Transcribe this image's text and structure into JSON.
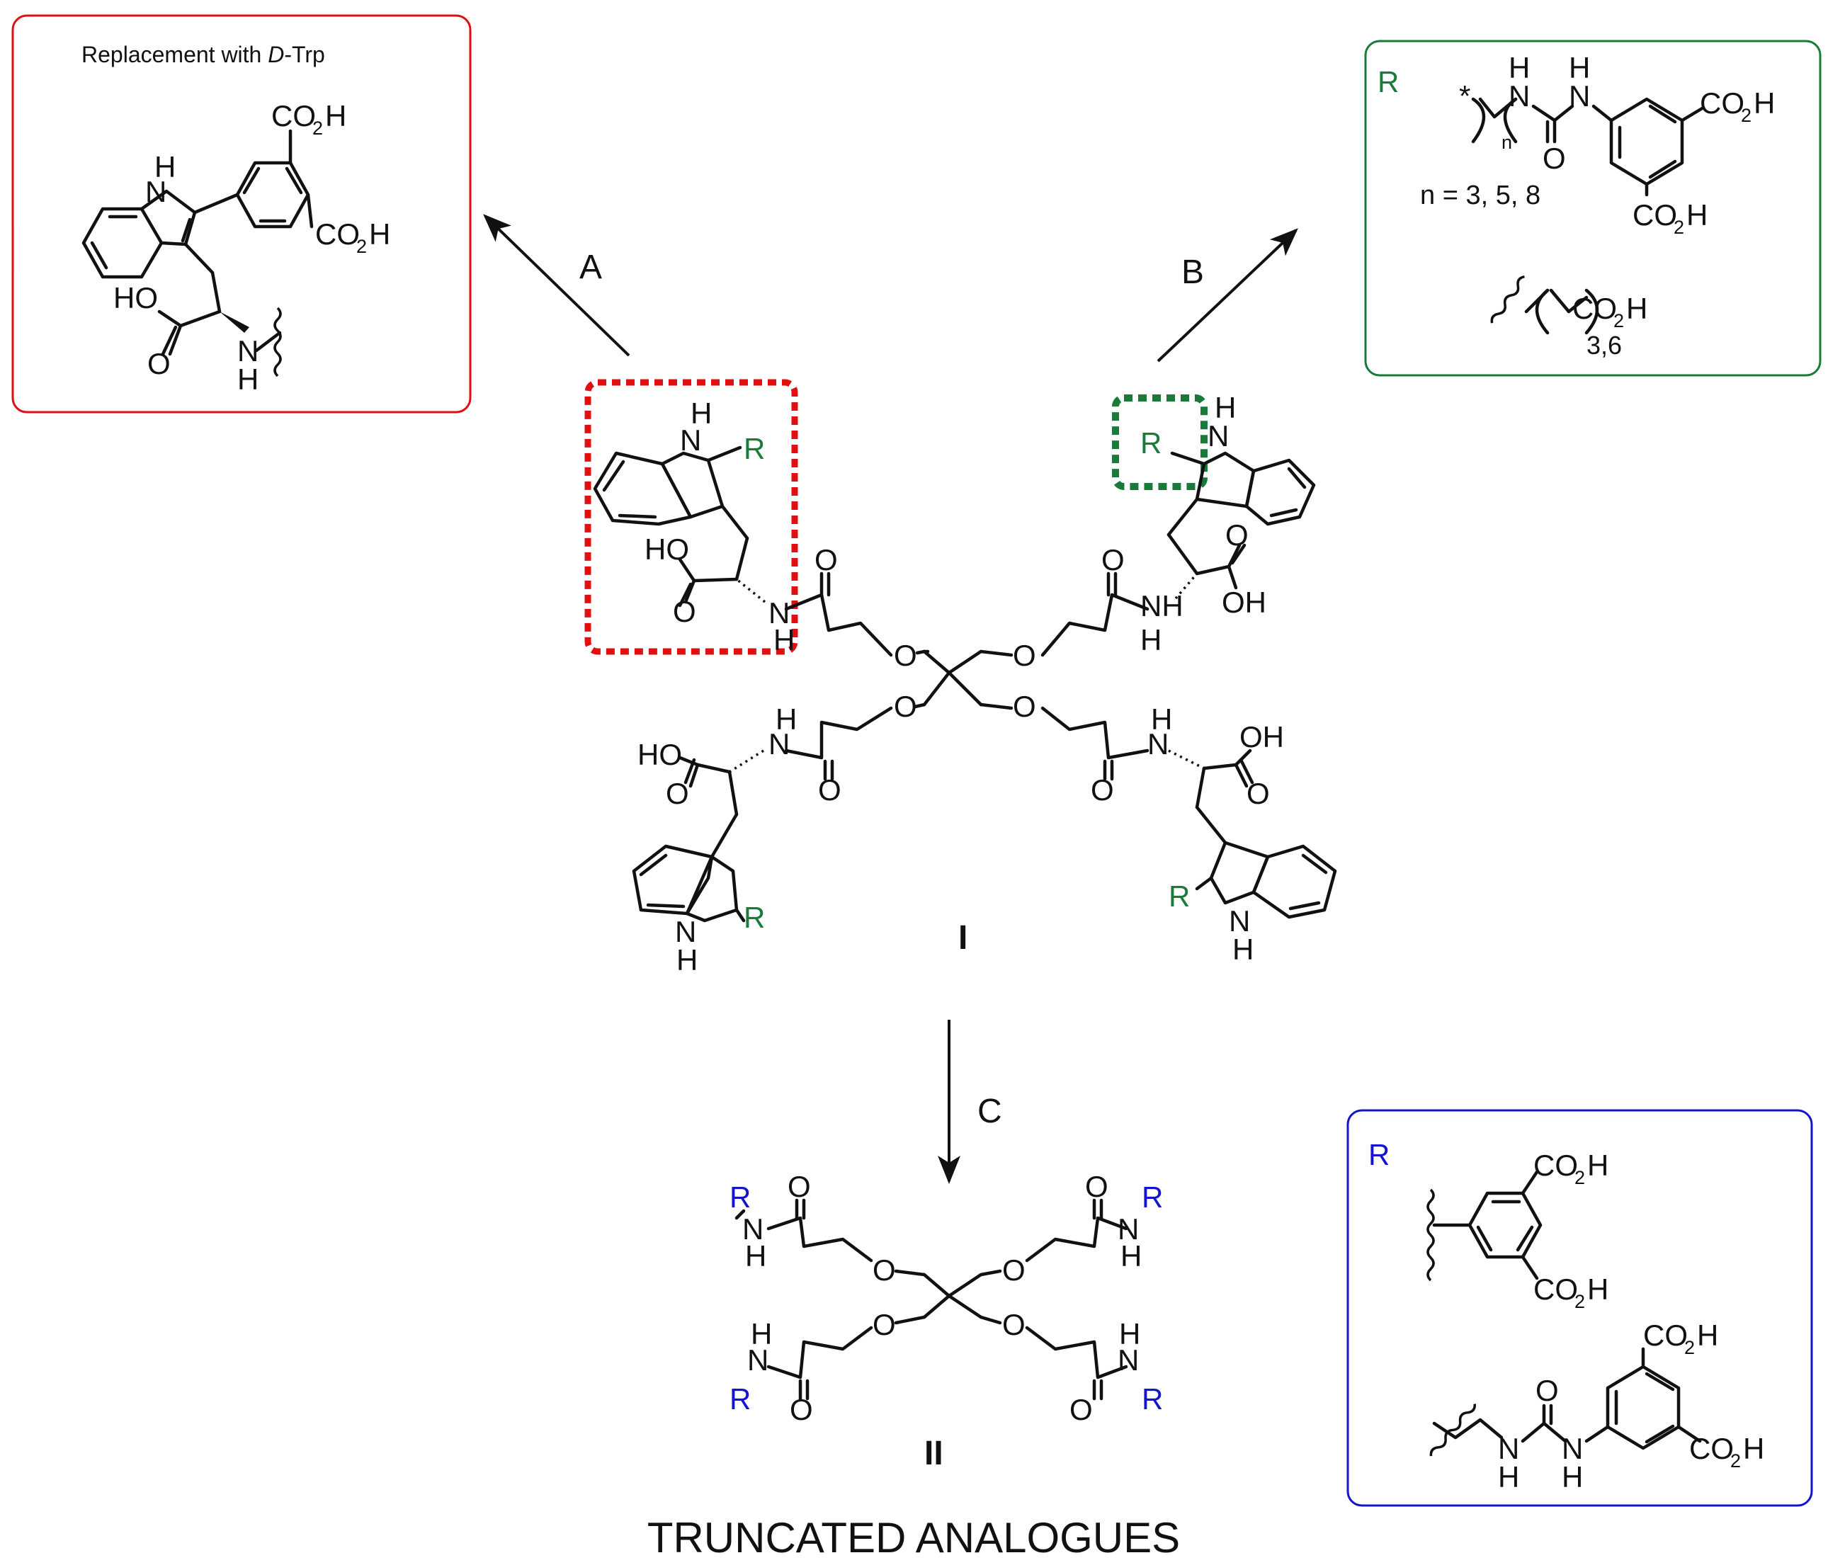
{
  "colors": {
    "red": "#e01010",
    "green": "#1a7a3a",
    "blue": "#1313d0",
    "ink": "#111111"
  },
  "panels": {
    "d_trp": {
      "caption_prefix": "Replacement with ",
      "caption_italic": "D",
      "caption_suffix": "-Trp"
    },
    "green_r": {
      "label": "R",
      "n_values": "n = 3, 5, 8",
      "chain_subscript_n": "n",
      "alt_subscript": "3,6"
    },
    "blue_r": {
      "label": "R"
    }
  },
  "arrows": {
    "a": "A",
    "b": "B",
    "c": "C"
  },
  "compounds": {
    "core": "I",
    "truncated": "II",
    "caption": "TRUNCATED ANALOGUES"
  },
  "atoms": {
    "co2h_co": "CO",
    "co2h_2": "2",
    "co2h_h": "H",
    "h": "H",
    "n": "N",
    "o": "O",
    "oh": "OH",
    "ho": "HO",
    "nh": "NH",
    "r": "R",
    "star": "*"
  }
}
